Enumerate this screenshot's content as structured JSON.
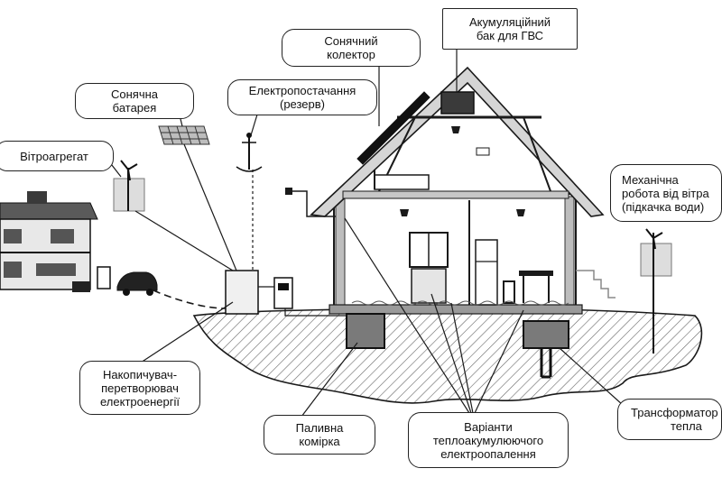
{
  "colors": {
    "ink": "#1a1a1a",
    "ground_fill": "#ffffff",
    "hatch": "#555555",
    "panel": "#2a2a2a",
    "wood": "#cfcfcf"
  },
  "labels": {
    "wind_turbine": [
      "Вітроагрегат"
    ],
    "solar_battery": [
      "Сонячна",
      "батарея"
    ],
    "power_supply": [
      "Електропостачання",
      "(резерв)"
    ],
    "solar_collector": [
      "Сонячний",
      "колектор"
    ],
    "storage_tank": [
      "Акумуляційний",
      "бак для ГВС"
    ],
    "mechanical_work": [
      "Механічна",
      "робота від вітра",
      "(підкачка води)"
    ],
    "accumulator": [
      "Накопичувач-",
      "перетворювач",
      "електроенергії"
    ],
    "fuel_cell": [
      "Паливна",
      "комірка"
    ],
    "heating_options": [
      "Варіанти",
      "теплоакумулюючого",
      "електроопалення"
    ],
    "heat_transformer": [
      "Трансформатор",
      "тепла"
    ]
  }
}
